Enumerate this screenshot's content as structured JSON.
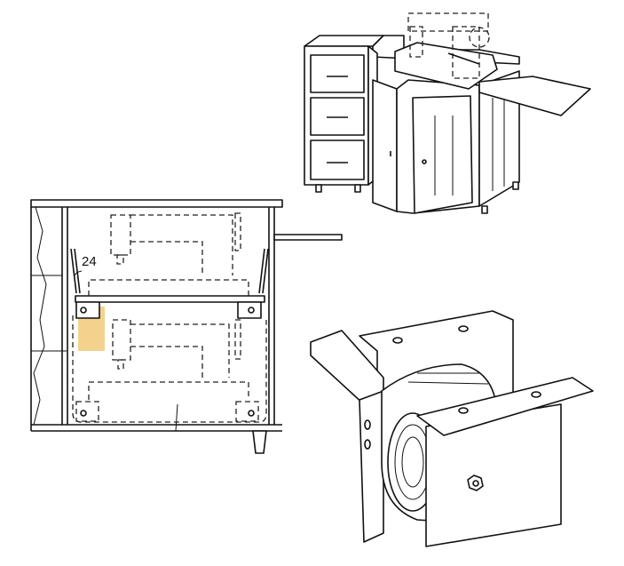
{
  "figures": [
    {
      "name": "cabinet-with-sewing-machine-perspective"
    },
    {
      "name": "cabinet-front-view-with-lift-mechanism",
      "reference_numerals": [
        "24"
      ]
    },
    {
      "name": "motor-mount-bracket-perspective"
    }
  ],
  "colors": {
    "line": "#111111",
    "stain": "#f3d28e",
    "background": "#ffffff"
  }
}
